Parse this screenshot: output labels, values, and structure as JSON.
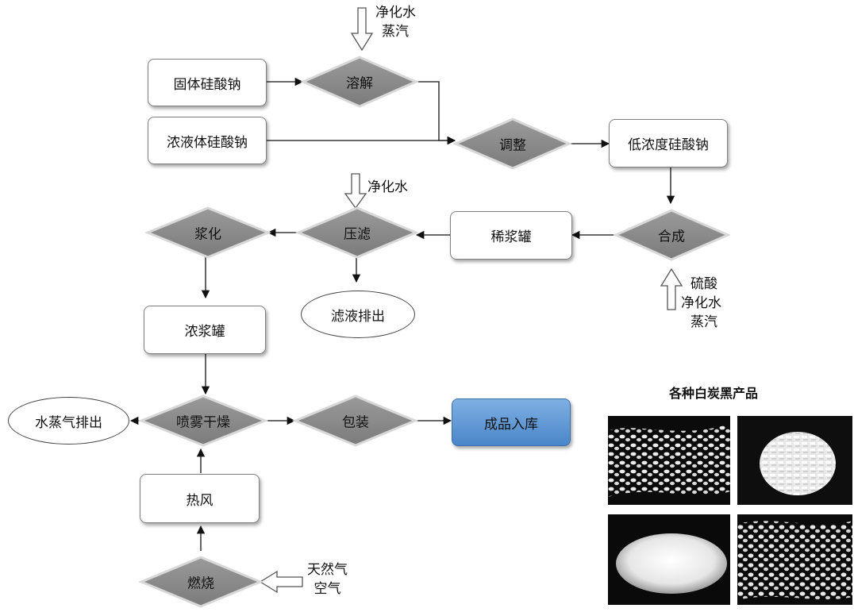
{
  "boxes": {
    "solid_sodium_silicate": "固体硅酸钠",
    "liquid_sodium_silicate": "浓液体硅酸钠",
    "low_conc_sodium_silicate": "低浓度硅酸钠",
    "dilute_slurry_tank": "稀浆罐",
    "thick_slurry_tank": "浓浆罐",
    "hot_air": "热风",
    "finished_storage": "成品入库"
  },
  "diamonds": {
    "dissolve": "溶解",
    "adjust": "调整",
    "synthesis": "合成",
    "press_filter": "压滤",
    "slurrying": "浆化",
    "spray_dry": "喷雾干燥",
    "packaging": "包装",
    "combustion": "燃烧"
  },
  "ellipses": {
    "filtrate_discharge": "滤液排出",
    "steam_discharge": "水蒸气排出"
  },
  "inputs": {
    "dissolve_input": [
      "净化水",
      "蒸汽"
    ],
    "filter_input": [
      "净化水"
    ],
    "synthesis_input": [
      "硫酸",
      "净化水",
      "蒸汽"
    ],
    "combustion_input": [
      "天然气",
      "空气"
    ]
  },
  "products": {
    "title": "各种白炭黑产品"
  },
  "colors": {
    "diamond_fill": "#8c8c8c",
    "box_border": "#7f7f7f",
    "finished_fill": "#4a86c8",
    "arrow": "#111111"
  }
}
